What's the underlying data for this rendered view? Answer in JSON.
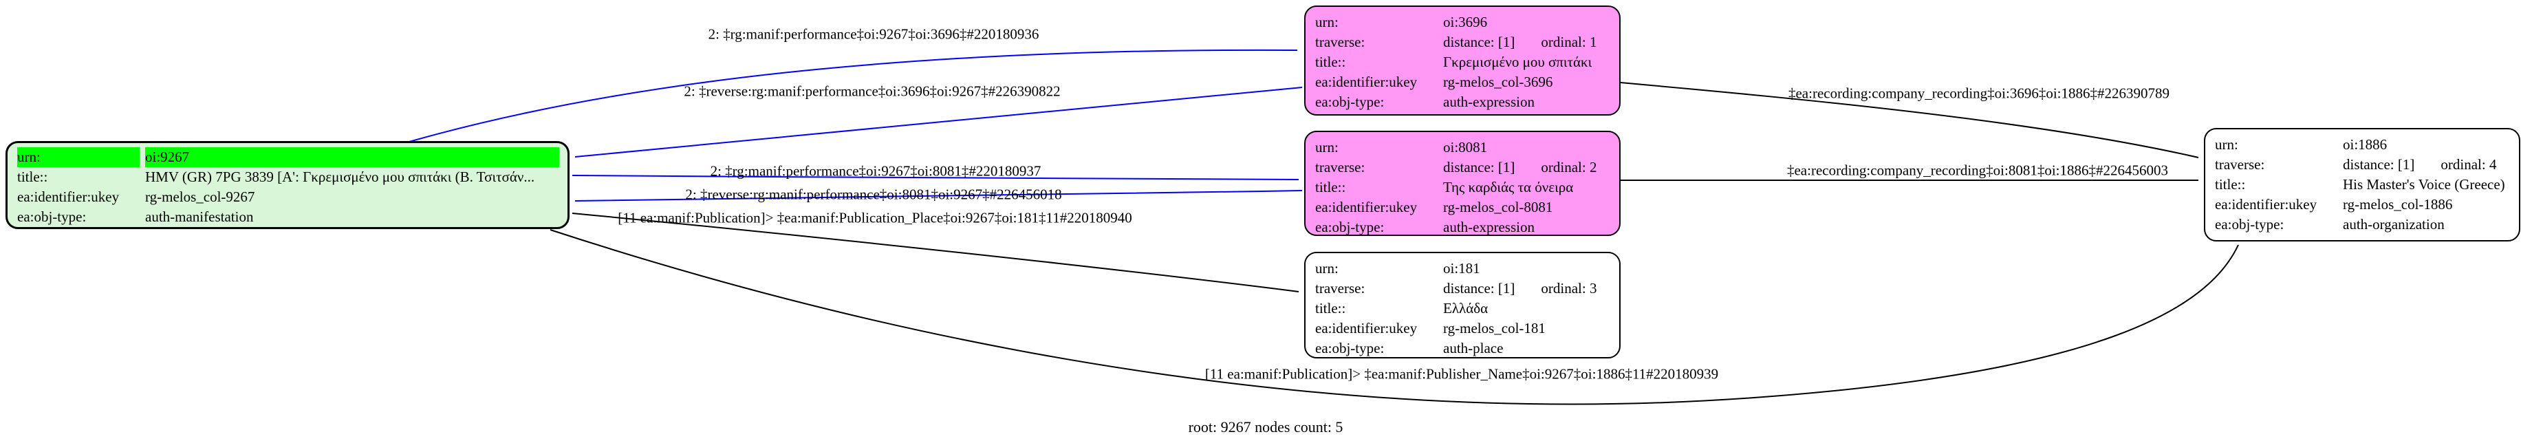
{
  "graph": {
    "label": "root: 9267 nodes count: 5"
  },
  "colors": {
    "edge_blue": "#0000ff",
    "edge_black": "#000000",
    "green_node_fill": "#d9f6d9",
    "green_node_header": "#00ff00",
    "magenta_node_fill": "#ff99f5",
    "white_node_fill": "#ffffff",
    "node_border": "#000000"
  },
  "nodes": {
    "n9267": {
      "urn_key": "urn:",
      "urn": "oi:9267",
      "title_key": "title::",
      "title": "HMV (GR) 7PG 3839 [Α': Γκρεμισμένο μου σπιτάκι (Β. Τσιτσάν...",
      "ukey_key": "ea:identifier:ukey",
      "ukey": "rg-melos_col-9267",
      "objtype_key": "ea:obj-type:",
      "objtype": "auth-manifestation"
    },
    "n3696": {
      "urn_key": "urn:",
      "urn": "oi:3696",
      "traverse_key": "traverse:",
      "distance": "distance: [1]",
      "ordinal": "ordinal: 1",
      "title_key": "title::",
      "title": "Γκρεμισμένο μου σπιτάκι",
      "ukey_key": "ea:identifier:ukey",
      "ukey": "rg-melos_col-3696",
      "objtype_key": "ea:obj-type:",
      "objtype": "auth-expression"
    },
    "n8081": {
      "urn_key": "urn:",
      "urn": "oi:8081",
      "traverse_key": "traverse:",
      "distance": "distance: [1]",
      "ordinal": "ordinal: 2",
      "title_key": "title::",
      "title": "Της καρδιάς τα όνειρα",
      "ukey_key": "ea:identifier:ukey",
      "ukey": "rg-melos_col-8081",
      "objtype_key": "ea:obj-type:",
      "objtype": "auth-expression"
    },
    "n181": {
      "urn_key": "urn:",
      "urn": "oi:181",
      "traverse_key": "traverse:",
      "distance": "distance: [1]",
      "ordinal": "ordinal: 3",
      "title_key": "title::",
      "title": "Ελλάδα",
      "ukey_key": "ea:identifier:ukey",
      "ukey": "rg-melos_col-181",
      "objtype_key": "ea:obj-type:",
      "objtype": "auth-place"
    },
    "n1886": {
      "urn_key": "urn:",
      "urn": "oi:1886",
      "traverse_key": "traverse:",
      "distance": "distance: [1]",
      "ordinal": "ordinal: 4",
      "title_key": "title::",
      "title": "His Master's Voice (Greece)",
      "ukey_key": "ea:identifier:ukey",
      "ukey": "rg-melos_col-1886",
      "objtype_key": "ea:obj-type:",
      "objtype": "auth-organization"
    }
  },
  "edges": [
    {
      "label": "2: ‡rg:manif:performance‡oi:9267‡oi:3696‡#220180936",
      "color": "#0000ff"
    },
    {
      "label": "2: ‡reverse:rg:manif:performance‡oi:3696‡oi:9267‡#226390822",
      "color": "#0000ff"
    },
    {
      "label": "2: ‡rg:manif:performance‡oi:9267‡oi:8081‡#220180937",
      "color": "#0000ff"
    },
    {
      "label": "2: ‡reverse:rg:manif:performance‡oi:8081‡oi:9267‡#226456018",
      "color": "#0000ff"
    },
    {
      "label": "[11 ea:manif:Publication]> ‡ea:manif:Publication_Place‡oi:9267‡oi:181‡11#220180940",
      "color": "#000000"
    },
    {
      "label": "‡ea:recording:company_recording‡oi:3696‡oi:1886‡#226390789",
      "color": "#000000"
    },
    {
      "label": "‡ea:recording:company_recording‡oi:8081‡oi:1886‡#226456003",
      "color": "#000000"
    },
    {
      "label": "[11 ea:manif:Publication]> ‡ea:manif:Publisher_Name‡oi:9267‡oi:1886‡11#220180939",
      "color": "#000000"
    }
  ]
}
